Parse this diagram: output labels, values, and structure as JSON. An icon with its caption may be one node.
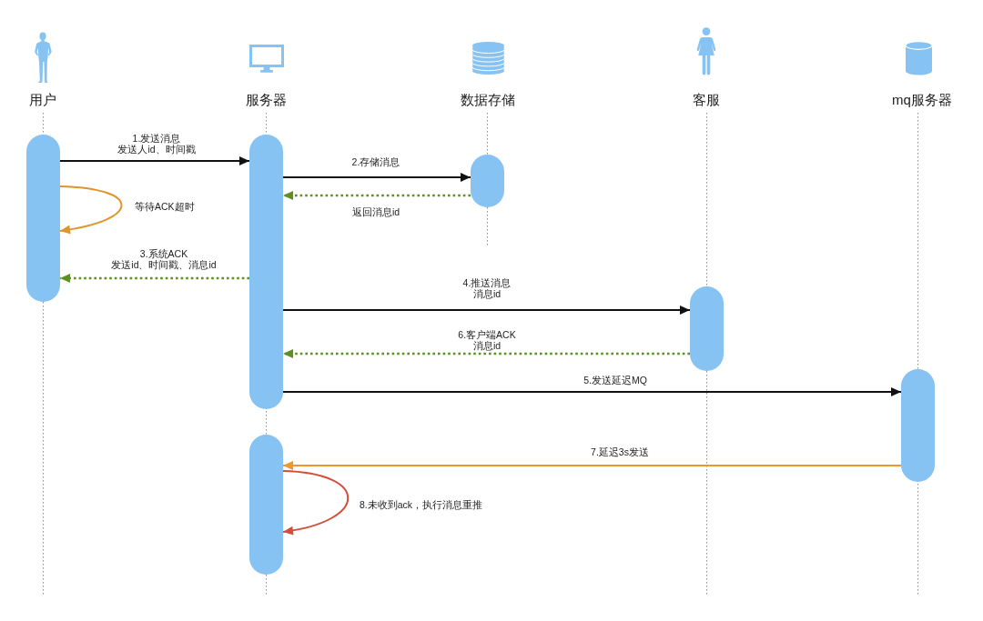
{
  "diagram": {
    "nodes": [
      {
        "text": [
          "用户"
        ]
      },
      {
        "text": [
          "服务器"
        ]
      },
      {
        "text": [
          "数据存储"
        ]
      },
      {
        "text": [
          "客服"
        ]
      },
      {
        "text": [
          "mq服务器"
        ]
      },
      {
        "text": [],
        "shape": "bar"
      },
      {
        "text": [],
        "shape": "bar"
      },
      {
        "text": [],
        "shape": "bar"
      },
      {
        "text": [],
        "shape": "bar"
      },
      {
        "text": [],
        "shape": "bar"
      },
      {
        "text": [],
        "shape": "bar"
      }
    ],
    "edges": [
      {
        "from": 5,
        "to": 6,
        "arrow": "to",
        "label": "1.发送消息发送人id、时间戳"
      },
      {
        "from": 6,
        "to": 7,
        "arrow": "to",
        "label": "2.存储消息"
      },
      {
        "from": 7,
        "to": 6,
        "arrow": "to",
        "label": "返回消息id",
        "style": "dashed",
        "color": "#5f8f1e"
      },
      {
        "from": 5,
        "to": 5,
        "arrow": "to",
        "label": "等待ACK超时",
        "color": "#e0952a"
      },
      {
        "from": 6,
        "to": 5,
        "arrow": "to",
        "label": "3.系统ACK发送id、时间戳、消息id",
        "style": "dashed",
        "color": "#5f8f1e"
      },
      {
        "from": 6,
        "to": 8,
        "arrow": "to",
        "label": "4.推送消息消息id"
      },
      {
        "from": 8,
        "to": 6,
        "arrow": "to",
        "label": "6.客户端ACK消息id",
        "style": "dashed",
        "color": "#5f8f1e"
      },
      {
        "from": 6,
        "to": 9,
        "arrow": "to",
        "label": "5.发送延迟MQ"
      },
      {
        "from": 9,
        "to": 10,
        "arrow": "to",
        "label": "7.延迟3s发送",
        "color": "#ec982c"
      },
      {
        "from": 10,
        "to": 10,
        "arrow": "to",
        "label": "8.未收到ack，执行消息重推",
        "color": "#d24e3b"
      }
    ]
  }
}
